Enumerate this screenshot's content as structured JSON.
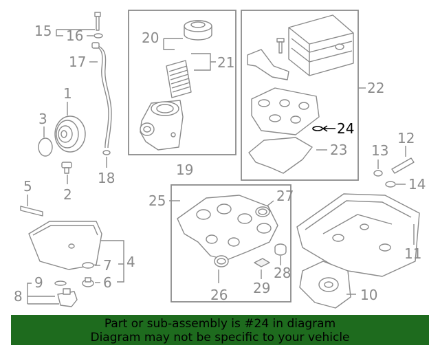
{
  "labels": {
    "c1": "1",
    "c2": "2",
    "c3": "3",
    "c4": "4",
    "c5": "5",
    "c6": "6",
    "c7": "7",
    "c8": "8",
    "c9": "9",
    "c10": "10",
    "c11": "11",
    "c12": "12",
    "c13": "13",
    "c14": "14",
    "c15": "15",
    "c16": "16",
    "c17": "17",
    "c18": "18",
    "c19": "19",
    "c20": "20",
    "c21": "21",
    "c22": "22",
    "c23": "23",
    "c24": "24",
    "c25": "25",
    "c26": "26",
    "c27": "27",
    "c28": "28",
    "c29": "29"
  },
  "highlighted_callout": "24",
  "banner": {
    "line1": "Part or sub-assembly is #24 in diagram",
    "line2": "Diagram may not be specific to your vehicle"
  },
  "colors": {
    "banner_bg": "#1e6b1e",
    "line_art": "#8a8a8a",
    "highlight": "#000000"
  }
}
